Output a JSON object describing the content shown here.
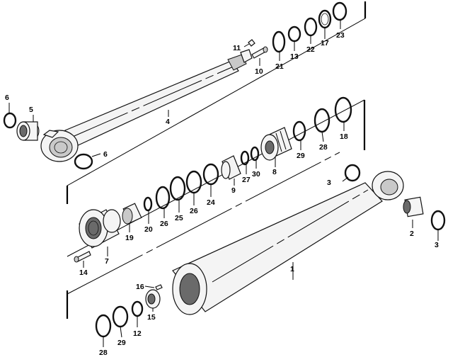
{
  "diagram": {
    "callouts": {
      "c1": "1",
      "c2": "2",
      "c3a": "3",
      "c3b": "3",
      "c4": "4",
      "c5": "5",
      "c6a": "6",
      "c6b": "6",
      "c7": "7",
      "c8": "8",
      "c9": "9",
      "c10": "10",
      "c11": "11",
      "c12": "12",
      "c13": "13",
      "c14": "14",
      "c15": "15",
      "c16": "16",
      "c17": "17",
      "c18": "18",
      "c19": "19",
      "c20": "20",
      "c21": "21",
      "c22": "22",
      "c23": "23",
      "c24": "24",
      "c25": "25",
      "c26a": "26",
      "c26b": "26",
      "c27": "27",
      "c28a": "28",
      "c28b": "28",
      "c29a": "29",
      "c29b": "29",
      "c30": "30"
    }
  }
}
